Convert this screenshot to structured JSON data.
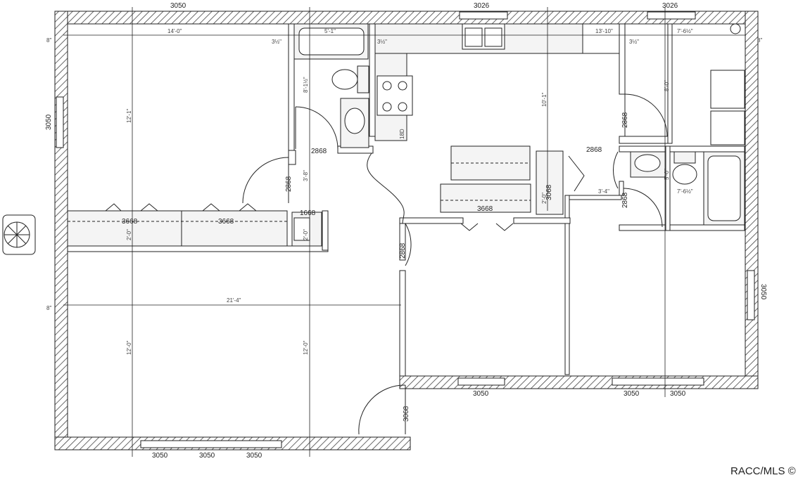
{
  "windows": {
    "top_left": "3050",
    "top_mid": "3026",
    "top_right": "3026",
    "left_wall": "3050",
    "right_wall": "3050",
    "bottom_left_1": "3050",
    "bottom_left_2": "3050",
    "bottom_left_3": "3050",
    "bottom_mid": "3050",
    "bottom_right_1": "3050",
    "bottom_right_2": "3050"
  },
  "doors": {
    "left_bedroom": "2868",
    "hall_top": "2868",
    "linen": "1668",
    "closet_left_1": "3668",
    "closet_left_2": "3668",
    "closet_center": "3668",
    "center_bedroom": "2868",
    "hall_center": "3068",
    "right_upper": "2868",
    "right_hall": "2868",
    "right_bath": "2868",
    "entry": "3068"
  },
  "dimensions": {
    "top_left_span": "14'-0\"",
    "bath_tub": "5'-1\"",
    "kitchen": "13'-10\"",
    "top_right_span": "7'-6½\"",
    "wall_3_5_a": "3½\"",
    "wall_3_5_b": "3½\"",
    "wall_3_5_c": "3½\"",
    "wall_8_left": "8\"",
    "wall_8_right": "8\"",
    "wall_8_mid": "8\"",
    "room_height_left": "12'-1\"",
    "bath_depth": "8'-1½\"",
    "hall_3_8": "3'-8\"",
    "kitchen_depth": "10'-1\"",
    "right_room_depth": "8'-0\"",
    "right_bath_depth": "5'-0\"",
    "right_bath_width": "7'-6½\"",
    "hall_right": "3'-4\"",
    "closet_2_0_a": "2'-0\"",
    "closet_2_0_b": "2'-0\"",
    "closet_2_0_c": "2'-0\"",
    "living_span": "21'-4\"",
    "living_depth_a": "12'-0\"",
    "living_depth_b": "12'-0\"",
    "ref_label": "18D"
  },
  "watermark": "RACC/MLS ©"
}
